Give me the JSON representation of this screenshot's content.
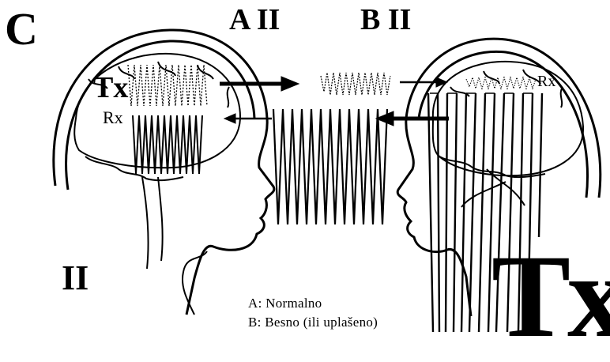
{
  "figure": {
    "panel_letter": "C",
    "label_a": "A II",
    "label_b": "B II",
    "label_ii": "II",
    "left_head": {
      "tx": "Tx",
      "rx": "Rx"
    },
    "right_head": {
      "rx": "Rx",
      "tx": "Tx"
    },
    "legend": [
      {
        "text": "A: Normalno"
      },
      {
        "text": "B: Besno (ili uplašeno)"
      }
    ]
  },
  "icons": [
    "left-head-profile-icon",
    "right-head-profile-icon",
    "arrow-right-icon",
    "arrow-left-icon"
  ],
  "colors": {
    "ink": "#000000",
    "background": "#ffffff"
  }
}
